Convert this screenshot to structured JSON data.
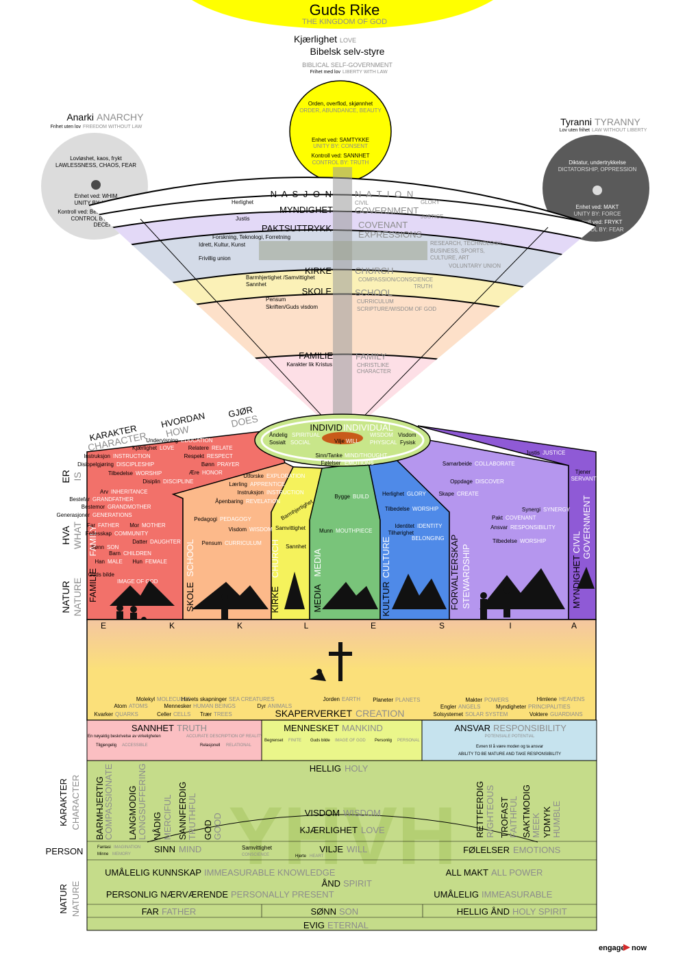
{
  "header": {
    "title": "Guds Rike",
    "subtitle": "THE KINGDOM OF GOD",
    "color": "#ffff00"
  },
  "top": {
    "love_no": "Kjærlighet",
    "love_en": "LOVE",
    "self_gov_no": "Bibelsk selv-styre",
    "self_gov_en": "BIBLICAL SELF-GOVERNMENT",
    "liberty_no": "Frihet med lov",
    "liberty_en": "LIBERTY WITH LAW"
  },
  "sun": {
    "order_no": "Orden, overflod, skjønnhet",
    "order_en": "ORDER, ABUNDANCE, BEAUTY",
    "unity_no": "Enhet ved: SAMTYKKE",
    "unity_en": "UNITY BY: CONSENT",
    "control_no": "Kontroll ved: SANNHET",
    "control_en": "CONTROL BY: TRUTH",
    "color": "#ffff00"
  },
  "anarchy": {
    "title_no": "Anarki",
    "title_en": "ANARCHY",
    "sub_no": "Frihet uten lov",
    "sub_en": "FREEDOM WITHOUT LAW",
    "desc_no": "Lovløshet, kaos, frykt",
    "desc_en": "LAWLESSNESS, CHAOS, FEAR",
    "unity_no": "Enhet ved: WHIM",
    "unity_en": "UNITY BY: WHIM",
    "control_no": "Kontroll ved: Bestikkelse/Løgn",
    "control_en1": "CONTROL BY: BRIBERY/",
    "control_en2": "DECEPTION",
    "color": "#dcdcdc"
  },
  "tyranny": {
    "title_no": "Tyranni",
    "title_en": "TYRANNY",
    "sub_no": "Lov uten frihet",
    "sub_en": "LAW WITHOUT LIBERTY",
    "desc_no": "Diktatur, undertrykkelse",
    "desc_en": "DICTATORSHIP, OPPRESSION",
    "unity_no": "Enhet ved: MAKT",
    "unity_en": "UNITY BY: FORCE",
    "control_no": "Kontroll ved: FRYKT",
    "control_en": "CONTROL BY: FEAR",
    "color": "#5a5a5a"
  },
  "fan": {
    "nation_no": "N A S J O N",
    "nation_en": "N A T I O N",
    "glory_no": "Herlighet",
    "glory_en": "GLORY",
    "civil_en": "CIVIL",
    "gov_no": "MYNDIGHET",
    "gov_en": "GOVERNMENT",
    "justice_no": "Justis",
    "justice_en": "JUSTICE",
    "cov_no": "PAKTSUTTRYKK",
    "cov_en1": "COVENANT",
    "cov_en2": "EXPRESSIONS",
    "research_no": "Forskning, Teknologi, Forretning",
    "research_en1": "RESEARCH, TECHNOLOGY,",
    "research_en2": "BUSINESS, SPORTS,",
    "research_en3": "CULTURE, ART",
    "idrett_no": "Idrett, Kultur, Kunst",
    "vol_no": "Frivillig union",
    "vol_en": "VOLUNTARY UNION",
    "church_no": "KIRKE",
    "church_en": "CHURCH",
    "comp_no": "Barmhjertighet /Samvittighet",
    "comp_en": "COMPASSION/CONSCIENCE",
    "truth_no": "Sannhet",
    "truth_en": "TRUTH",
    "school_no": "SKOLE",
    "school_en": "SCHOOL",
    "curr_no": "Pensum",
    "curr_en": "CURRICULUM",
    "scrip_no": "Skriften/Guds visdom",
    "scrip_en": "SCRIPTURE/WISDOM OF GOD",
    "family_no": "FAMILIE",
    "family_en": "FAMILY",
    "christ_no": "Karakter lik Kristus",
    "christ_en1": "CHRISTLIKE",
    "christ_en2": "CHARACTER"
  },
  "individual": {
    "title_no": "INDIVID",
    "title_en": "INDIVIDUAL",
    "spirit_no": "Åndelig",
    "spirit_en": "SPIRITUAL",
    "social_no": "Sosialt",
    "social_en": "SOCIAL",
    "wisdom_en": "WISDOM",
    "wisdom_no": "Visdom",
    "physical_en": "PHYSICAL",
    "physical_no": "Fysisk",
    "will_no": "Vilje",
    "will_en": "WILL",
    "mind_no": "Sinn/Tanke",
    "mind_en": "MIND/THOUGHT",
    "emo_no": "Følelser",
    "emo_en": "EMOTIONS"
  },
  "angles": {
    "character_no": "KARAKTER",
    "character_en": "CHARACTER",
    "how_no": "HVORDAN",
    "how_en": "HOW",
    "does_no": "GJØR",
    "does_en": "DOES"
  },
  "rows": {
    "is_no": "ER",
    "is_en": "IS",
    "what_no": "HVA",
    "what_en": "WHAT",
    "nature_no": "NATUR",
    "nature_en": "NATURE"
  },
  "spheres": {
    "family": {
      "label_no": "FAMILIE",
      "label_en": "FAMILY",
      "color": "#f2716a",
      "items": [
        [
          "Undervisning",
          "EDUCATION"
        ],
        [
          "Kjærlighet",
          "LOVE"
        ],
        [
          "Relatere",
          "RELATE"
        ],
        [
          "Instruksjon",
          "INSTRUCTION"
        ],
        [
          "Respekt",
          "RESPECT"
        ],
        [
          "Disippelgjøring",
          "DISCIPLESHIP"
        ],
        [
          "Bønn",
          "PRAYER"
        ],
        [
          "Tilbedelse",
          "WORSHIP"
        ],
        [
          "Ære",
          "HONOR"
        ],
        [
          "Disiplin",
          "DISCIPLINE"
        ],
        [
          "Arv",
          "INHERITANCE"
        ],
        [
          "Bestefar",
          "GRANDFATHER"
        ],
        [
          "Bestemor",
          "GRANDMOTHER"
        ],
        [
          "Generasjoner",
          "GENERATIONS"
        ],
        [
          "Far",
          "FATHER"
        ],
        [
          "Mor",
          "MOTHER"
        ],
        [
          "Fellesskap",
          "COMMUNITY"
        ],
        [
          "Datter",
          "DAUGHTER"
        ],
        [
          "Sønn",
          "SON"
        ],
        [
          "Barn",
          "CHILDREN"
        ],
        [
          "Han",
          "MALE"
        ],
        [
          "Hun",
          "FEMALE"
        ],
        [
          "Guds bilde",
          "IMAGE OF GOD"
        ]
      ]
    },
    "school": {
      "label_no": "SKOLE",
      "label_en": "SCHOOL",
      "color": "#fcb98a",
      "items": [
        [
          "Utforske",
          "EXPLORATION"
        ],
        [
          "Lærling",
          "APPRENTICE"
        ],
        [
          "Instruksjon",
          "INSTRUCTION"
        ],
        [
          "Åpenbaring",
          "REVELATION"
        ],
        [
          "Pedagogi",
          "PEDAGOGY"
        ],
        [
          "Visdom",
          "WISDOM"
        ],
        [
          "Pensum",
          "CURRICULUM"
        ]
      ]
    },
    "church": {
      "label_no": "KIRKE",
      "label_en": "CHURCH",
      "color": "#f5f25c",
      "items": [
        [
          "Barmhjertighet",
          ""
        ],
        [
          "Samvittighet",
          ""
        ],
        [
          "Sannhet",
          ""
        ]
      ]
    },
    "media": {
      "label_no": "MEDIA",
      "label_en": "MEDIA",
      "color": "#79c47a",
      "items": [
        [
          "Bygge",
          "BUILD"
        ],
        [
          "Munn",
          "MOUTHPIECE"
        ]
      ]
    },
    "culture": {
      "label_no": "KULTUR",
      "label_en": "CULTURE",
      "color": "#4f8ae8",
      "items": [
        [
          "Herlighet",
          "GLORY"
        ],
        [
          "Tilbedelse",
          "WORSHIP"
        ],
        [
          "Identitet",
          "IDENTITY"
        ],
        [
          "Tilhørighet",
          "BELONGING"
        ]
      ]
    },
    "stewardship": {
      "label_no": "FORVALTERSKAP",
      "label_en": "STEWARDSHIP",
      "color": "#b596ee",
      "items": [
        [
          "Samarbeide",
          "COLLABORATE"
        ],
        [
          "Oppdage",
          "DISCOVER"
        ],
        [
          "Skape",
          "CREATE"
        ],
        [
          "Synergi",
          "SYNERGY"
        ],
        [
          "Pakt",
          "COVENANT"
        ],
        [
          "Ansvar",
          "RESPONSIBILITY"
        ],
        [
          "Tilbedelse",
          "WORSHIP"
        ]
      ]
    },
    "civil": {
      "label_no": "MYNDIGHET",
      "label_en1": "CIVIL",
      "label_en2": "GOVERNMENT",
      "color": "#8f5ad6",
      "items": [
        [
          "Justis",
          "JUSTICE"
        ],
        [
          "Tjener",
          ""
        ],
        [
          "",
          "SERVANT"
        ]
      ]
    }
  },
  "ekklesia": [
    "E",
    "K",
    "K",
    "L",
    "E",
    "S",
    "I",
    "A"
  ],
  "creation": {
    "label_no": "SKAPERVERKET",
    "label_en": "CREATION",
    "items": [
      [
        "Molekyl",
        "MOLECULES"
      ],
      [
        "Havets skapninger",
        "SEA CREATURES"
      ],
      [
        "Jorden",
        "EARTH"
      ],
      [
        "Planeter",
        "PLANETS"
      ],
      [
        "Makter",
        "POWERS"
      ],
      [
        "Himlene",
        "HEAVENS"
      ],
      [
        "Atom",
        "ATOMS"
      ],
      [
        "Mennesker",
        "HUMAN BEINGS"
      ],
      [
        "Dyr",
        "ANIMALS"
      ],
      [
        "Engler",
        "ANGELS"
      ],
      [
        "Myndigheter",
        "PRINCIPALITIES"
      ],
      [
        "Kvarker",
        "QUARKS"
      ],
      [
        "Celler",
        "CELLS"
      ],
      [
        "Trær",
        "TREES"
      ],
      [
        "Solsystemet",
        "SOLAR SYSTEM"
      ],
      [
        "Voktere",
        "GUARDIANS"
      ]
    ]
  },
  "truth_box": {
    "title_no": "SANNHET",
    "title_en": "TRUTH",
    "desc_no": "En nøyaktig beskrivelse av virkeligheten",
    "desc_en": "ACCURATE DESCRIPTION OF REALITY",
    "a_no": "Tilgjengelig",
    "a_en": "ACCESSIBLE",
    "b_no": "Relasjonell",
    "b_en": "RELATIONAL",
    "color": "#fbbfc2"
  },
  "mankind_box": {
    "title_no": "MENNESKET",
    "title_en": "MANKIND",
    "a_no": "Begrenset",
    "a_en": "FINITE",
    "b_no": "Guds bilde",
    "b_en": "IMAGE OF GOD",
    "c_no": "Personlig",
    "c_en": "PERSONAL",
    "color": "#eaf68a"
  },
  "resp_box": {
    "title_no": "ANSVAR",
    "title_en": "RESPONSIBILITY",
    "sub": "POTENSIALE POTENTIAL",
    "desc_no": "Evnen til å være moden og ta ansvar",
    "desc_en": "ABILITY TO BE MATURE AND TAKE RESPONSIBILITY",
    "color": "#c6e3ee"
  },
  "god": {
    "holy_no": "HELLIG",
    "holy_en": "HOLY",
    "watermark": "YHVH",
    "attrs_left": [
      [
        "BARMHJERTIG",
        "COMPASSIONATE"
      ],
      [
        "LANGMODIG",
        "LONGSUFFERING"
      ],
      [
        "NÅDIG",
        "MERCIFUL"
      ],
      [
        "SANNFERDIG",
        "TRUTHFUL"
      ],
      [
        "GOD",
        "GOOD"
      ]
    ],
    "attrs_right": [
      [
        "RETTFERDIG",
        "RIGHTEOUS"
      ],
      [
        "TROFAST",
        "FAITHFUL"
      ],
      [
        "SAKTMODIG",
        "MEEK"
      ],
      [
        "YDMYK",
        "HUMBLE"
      ]
    ],
    "wisdom_no": "VISDOM",
    "wisdom_en": "WISDOM",
    "love_no": "KJÆRLIGHET",
    "love_en": "LOVE",
    "char_no": "KARAKTER",
    "char_en": "CHARACTER",
    "person": "PERSON",
    "nature_no": "NATUR",
    "nature_en": "NATURE",
    "fantasi_no": "Fantasi",
    "fantasi_en": "IMAGINATION",
    "minne_no": "Minne",
    "minne_en": "MEMORY",
    "mind_no": "SINN",
    "mind_en": "MIND",
    "consc_no": "Samvittighet",
    "consc_en": "CONSCIENCE",
    "heart_no": "Hjerte",
    "heart_en": "HEART",
    "will_no": "VILJE",
    "will_en": "WILL",
    "emo_no": "FØLELSER",
    "emo_en": "EMOTIONS",
    "know_no": "UMÅLELIG KUNNSKAP",
    "know_en": "IMMEASURABLE KNOWLEDGE",
    "spirit_no": "ÅND",
    "spirit_en": "SPIRIT",
    "power_no": "ALL MAKT",
    "power_en": "ALL POWER",
    "present_no": "PERSONLIG NÆRVÆRENDE",
    "present_en": "PERSONALLY PRESENT",
    "immeas_no": "UMÅLELIG",
    "immeas_en": "IMMEASURABLE",
    "father_no": "FAR",
    "father_en": "FATHER",
    "son_no": "SØNN",
    "son_en": "SON",
    "hs_no": "HELLIG ÅND",
    "hs_en": "HOLY SPIRIT",
    "eternal_no": "EVIG",
    "eternal_en": "ETERNAL",
    "color": "#c5dc8a"
  },
  "footer": {
    "brand_a": "engage",
    "brand_b": "now"
  }
}
